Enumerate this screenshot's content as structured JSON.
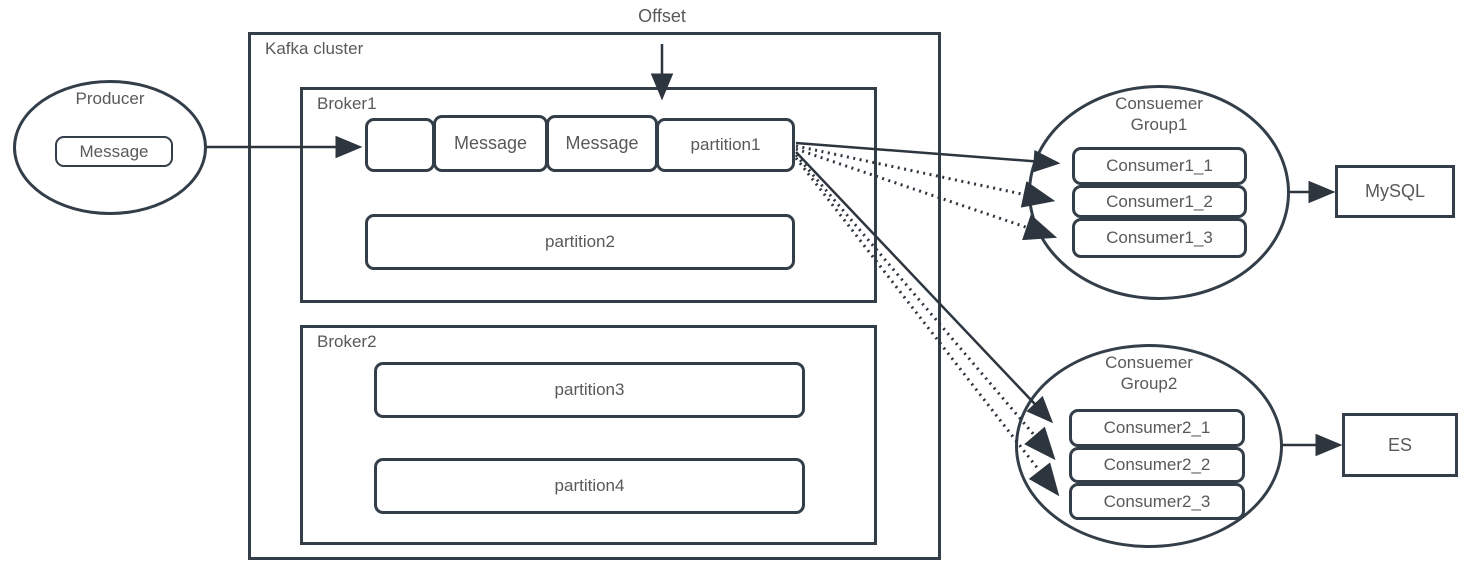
{
  "diagram": {
    "offset_label": "Offset",
    "producer": {
      "label": "Producer",
      "message": "Message"
    },
    "kafka_cluster": {
      "label": "Kafka cluster",
      "broker1": {
        "label": "Broker1",
        "slot": "",
        "message1": "Message",
        "message2": "Message",
        "partition1": "partition1",
        "partition2": "partition2"
      },
      "broker2": {
        "label": "Broker2",
        "partition3": "partition3",
        "partition4": "partition4"
      }
    },
    "consumer_group1": {
      "label_line1": "Consuemer",
      "label_line2": "Group1",
      "consumers": [
        "Consumer1_1",
        "Consumer1_2",
        "Consumer1_3"
      ]
    },
    "consumer_group2": {
      "label_line1": "Consuemer",
      "label_line2": "Group2",
      "consumers": [
        "Consumer2_1",
        "Consumer2_2",
        "Consumer2_3"
      ]
    },
    "sinks": {
      "mysql": "MySQL",
      "es": "ES"
    },
    "colors": {
      "stroke": "#333e48",
      "text": "#595959",
      "background": "#ffffff"
    }
  }
}
